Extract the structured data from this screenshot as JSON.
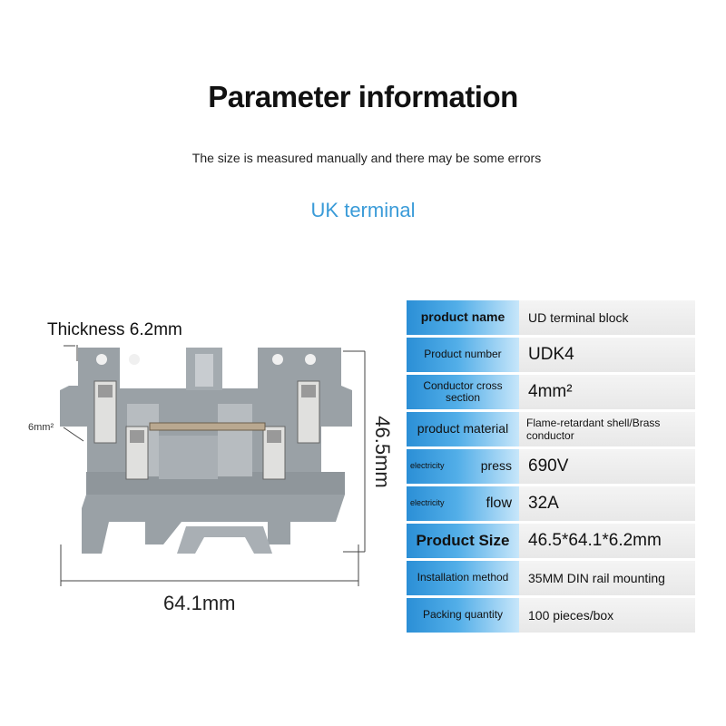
{
  "header": {
    "title": "Parameter information",
    "subtitle": "The size is measured manually and there may be some errors",
    "section": "UK terminal"
  },
  "drawing": {
    "thickness_label": "Thickness 6.2mm",
    "wire_label": "6mm²",
    "width_label": "64.1mm",
    "height_label": "46.5mm"
  },
  "specs": [
    {
      "key": "product name",
      "value": "UD terminal block"
    },
    {
      "key": "Product number",
      "value": "UDK4"
    },
    {
      "key": "Conductor cross section",
      "value": "4mm²"
    },
    {
      "key": "product material",
      "value": "Flame-retardant shell/Brass conductor"
    },
    {
      "key_small": "electricity",
      "key_main": "press",
      "value": "690V"
    },
    {
      "key_small": "electricity",
      "key_main": "flow",
      "value": "32A"
    },
    {
      "key": "Product Size",
      "value": "46.5*64.1*6.2mm"
    },
    {
      "key": "Installation method",
      "value": "35MM DIN rail mounting"
    },
    {
      "key": "Packing quantity",
      "value": "100 pieces/box"
    }
  ],
  "colors": {
    "accent": "#3a9bd8",
    "table_key": "#2b8fd6",
    "body_gray": "#9aa1a6"
  }
}
